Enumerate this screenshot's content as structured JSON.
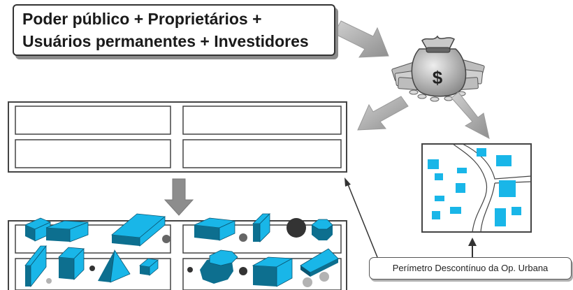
{
  "header": {
    "line1": "Poder público + Proprietários +",
    "line2": "Usuários permanentes + Investidores"
  },
  "money_bag": {
    "symbol": "$"
  },
  "caption": {
    "label": "Perímetro Descontínuo da Op. Urbana"
  },
  "colors": {
    "block_face": "#19b6e8",
    "block_side": "#0d6f8f",
    "block_dark": "#0a5470",
    "arrow_gray": "#a6a6a6",
    "sphere_dark": "#333333",
    "sphere_gray": "#6e6e6e",
    "sphere_light": "#b3b3b3"
  }
}
